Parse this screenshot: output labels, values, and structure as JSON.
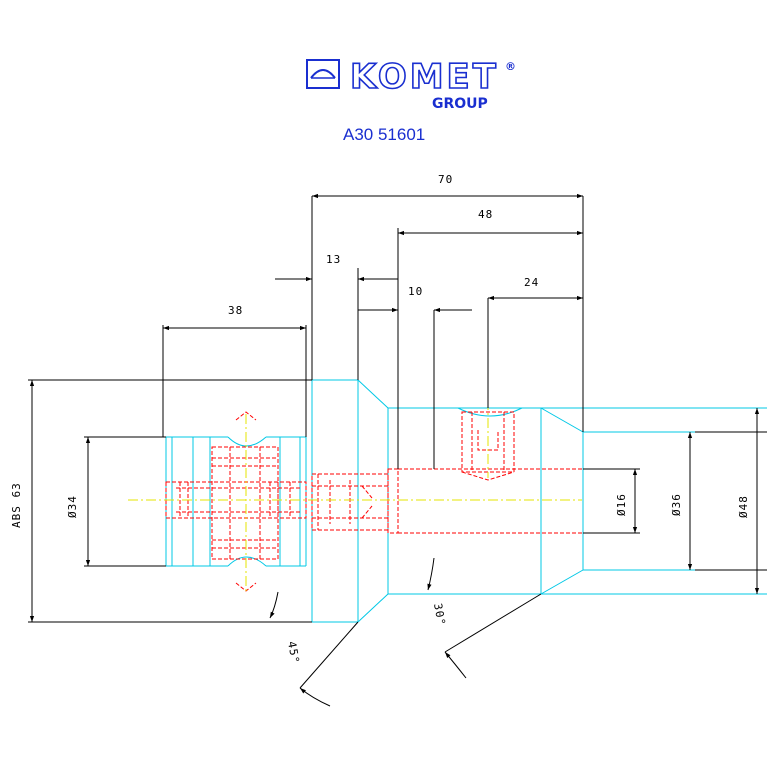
{
  "brand": {
    "name": "KOMET",
    "registered": "®",
    "group": "GROUP",
    "color": "#1a2fd0"
  },
  "part_number": "A30 51601",
  "dimensions": {
    "d70": "70",
    "d48": "48",
    "d13": "13",
    "d10": "10",
    "d24": "24",
    "d38": "38",
    "abs63": "ABS 63",
    "dia34": "Ø34",
    "dia16": "Ø16",
    "dia36": "Ø36",
    "dia48": "Ø48",
    "ang45": "45°",
    "ang30": "30°"
  },
  "colors": {
    "outline": "#00c8e6",
    "hidden": "#ff0000",
    "center": "#e6e600",
    "dim": "#000000"
  }
}
